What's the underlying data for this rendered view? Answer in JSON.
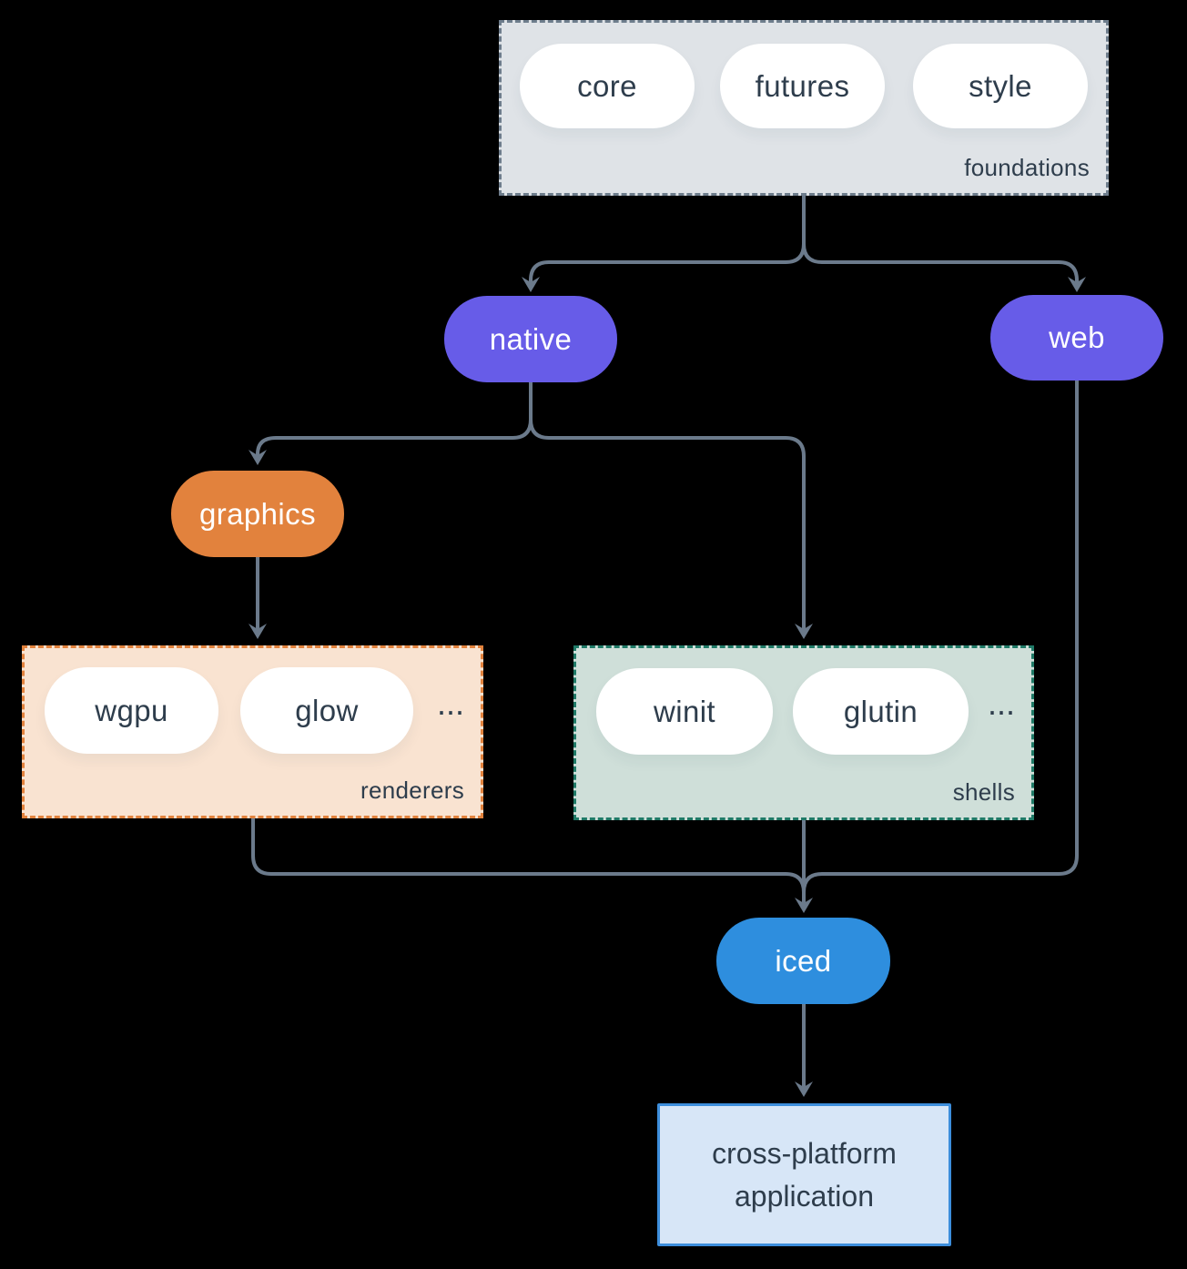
{
  "diagram": {
    "groups": {
      "foundations": {
        "label": "foundations",
        "pills": [
          "core",
          "futures",
          "style"
        ]
      },
      "renderers": {
        "label": "renderers",
        "pills": [
          "wgpu",
          "glow"
        ],
        "more": "..."
      },
      "shells": {
        "label": "shells",
        "pills": [
          "winit",
          "glutin"
        ],
        "more": "..."
      }
    },
    "nodes": {
      "native": "native",
      "web": "web",
      "graphics": "graphics",
      "iced": "iced",
      "app": "cross-platform application"
    },
    "colors": {
      "background": "#000000",
      "node_purple": "#675ce8",
      "node_orange": "#e2823d",
      "node_blue": "#2e8ede",
      "pill_white": "#ffffff",
      "text_dark": "#2e3d4c",
      "foundations_fill": "#dfe3e7",
      "foundations_border": "#6e7d8c",
      "renderers_fill": "#f9e3d1",
      "renderers_border": "#e2823d",
      "shells_fill": "#cfdfd9",
      "shells_border": "#1f7a67",
      "app_fill": "#d7e6f7",
      "app_border": "#3d8edc",
      "arrow": "#6b7a8b"
    }
  }
}
